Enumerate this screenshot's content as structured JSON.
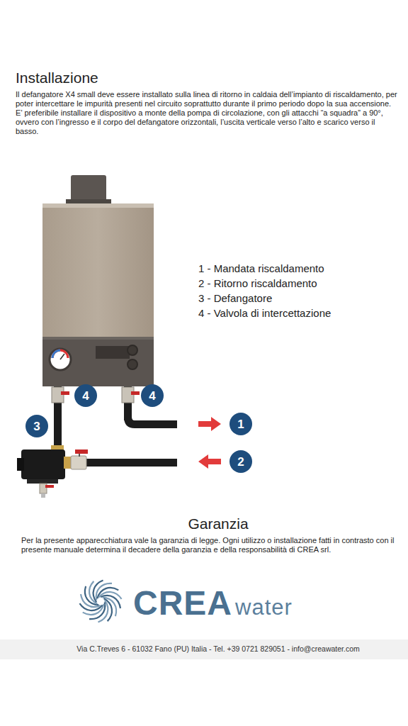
{
  "diagram": {
    "title": "Installazione",
    "nodes": [
      {
        "text": [
          "4"
        ]
      },
      {
        "text": [
          "4"
        ]
      },
      {
        "text": [
          "3"
        ]
      },
      {
        "text": [
          "1"
        ]
      },
      {
        "text": [
          "2"
        ]
      }
    ],
    "labels": [
      "Il defangatore X4 small deve essere installato sulla linea di ritorno in caldaia dell’impianto di riscaldamento, per poter intercettare le impurità presenti nel circuito soprattutto durante il primo periodo dopo la sua accensione.",
      "E’ preferibile installare il dispositivo a monte della pompa di circolazione, con gli attacchi “a squadra” a 90°, ovvero con l’ingresso e il corpo del defangatore orizzontali, l’uscita verticale verso l’alto e scarico verso il basso.",
      "1 - Mandata riscaldamento",
      "2 - Ritorno riscaldamento",
      "3 - Defangatore",
      "4 - Valvola di intercettazione",
      "Garanzia",
      "Per la presente apparecchiatura vale la garanzia di legge. Ogni utilizzo o installazione fatti in contrasto con il presente manuale determina il decadere della garanzia e della responsabilità di CREA srl.",
      "CREA",
      "water",
      "Via C.Treves 6 - 61032 Fano (PU) Italia - Tel. +39 0721 829051 - info@creawater.com"
    ]
  }
}
